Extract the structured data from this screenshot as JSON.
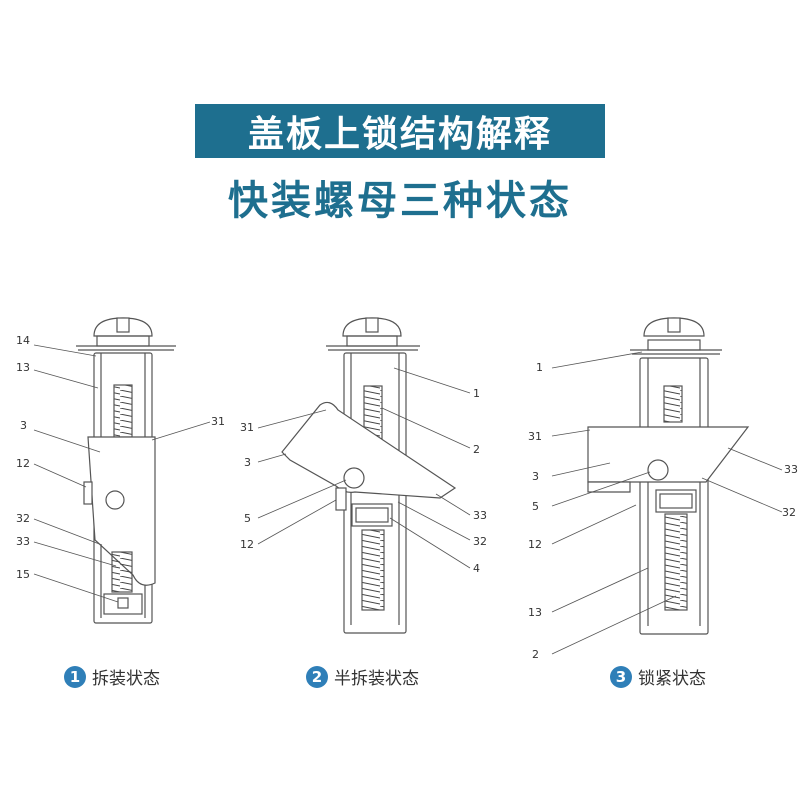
{
  "title": "盖板上锁结构解释",
  "subtitle": "快装螺母三种状态",
  "colors": {
    "title_bg": "#1e6f8f",
    "subtitle": "#1e6f8f",
    "number_badge": "#2f7fb8"
  },
  "figures": [
    {
      "labels": [
        "14",
        "13",
        "3",
        "31",
        "12",
        "32",
        "33",
        "15"
      ],
      "caption": {
        "number": "1",
        "text": "拆装状态"
      }
    },
    {
      "labels": [
        "1",
        "31",
        "2",
        "3",
        "33",
        "5",
        "32",
        "12",
        "4"
      ],
      "caption": {
        "number": "2",
        "text": "半拆装状态"
      }
    },
    {
      "labels": [
        "1",
        "31",
        "3",
        "33",
        "5",
        "32",
        "12",
        "13",
        "2"
      ],
      "caption": {
        "number": "3",
        "text": "锁紧状态"
      }
    }
  ]
}
